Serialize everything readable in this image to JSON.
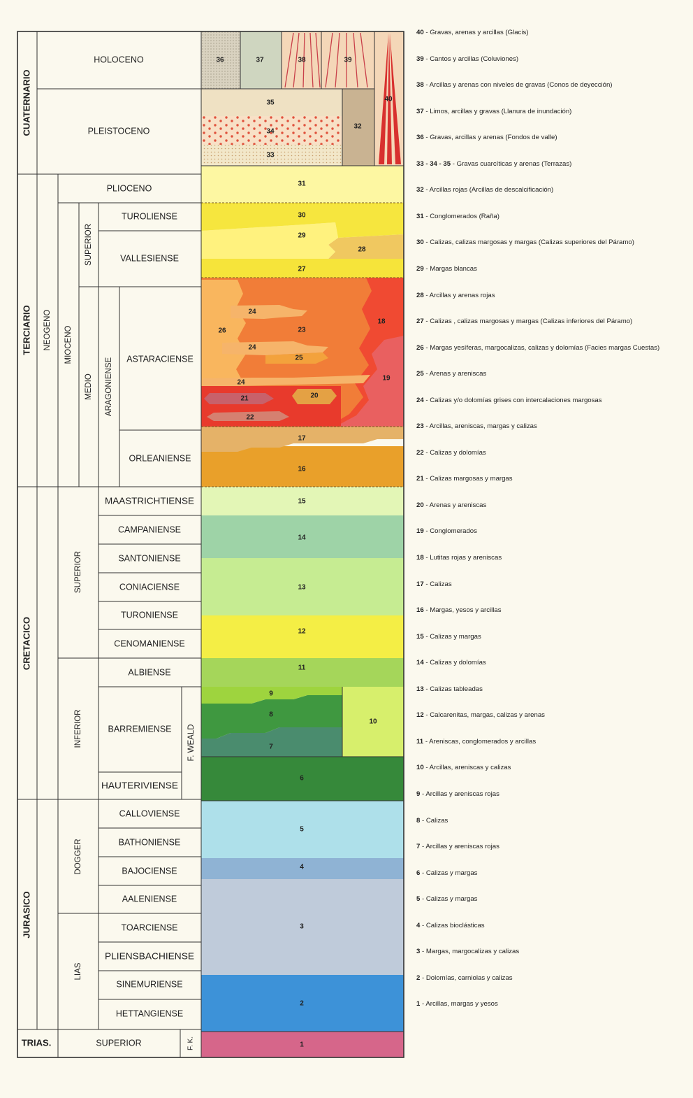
{
  "eras": [
    {
      "id": "cuaternario",
      "label": "CUATERNARIO"
    },
    {
      "id": "terciario",
      "label": "TERCIARIO"
    },
    {
      "id": "cretacico",
      "label": "CRETACICO"
    },
    {
      "id": "jurasico",
      "label": "JURASICO"
    },
    {
      "id": "trias",
      "label": "TRIAS."
    }
  ],
  "periods": [
    {
      "id": "neogeno",
      "label": "NEOGENO"
    }
  ],
  "epochs": [
    {
      "id": "holoceno",
      "label": "HOLOCENO"
    },
    {
      "id": "pleistoceno",
      "label": "PLEISTOCENO"
    },
    {
      "id": "plioceno",
      "label": "PLIOCENO"
    },
    {
      "id": "mioceno",
      "label": "MIOCENO"
    },
    {
      "id": "superior-cret",
      "label": "SUPERIOR"
    },
    {
      "id": "inferior-cret",
      "label": "INFERIOR"
    },
    {
      "id": "dogger",
      "label": "DOGGER"
    },
    {
      "id": "lias",
      "label": "LIAS"
    },
    {
      "id": "superior-trias",
      "label": "SUPERIOR"
    }
  ],
  "subepochs": [
    {
      "id": "superior-mio",
      "label": "SUPERIOR"
    },
    {
      "id": "medio-mio",
      "label": "MEDIO"
    },
    {
      "id": "aragoniense",
      "label": "ARAGONIENSE"
    }
  ],
  "special": [
    {
      "id": "f-weald",
      "label": "F. WEALD"
    },
    {
      "id": "f-k",
      "label": "F. K."
    }
  ],
  "stages": [
    {
      "id": "turoliense",
      "label": "TUROLIENSE"
    },
    {
      "id": "vallesiense",
      "label": "VALLESIENSE"
    },
    {
      "id": "astaraciense",
      "label": "ASTARACIENSE"
    },
    {
      "id": "orleaniense",
      "label": "ORLEANIENSE"
    },
    {
      "id": "maastrichtiense",
      "label": "MAASTRICHTIENSE"
    },
    {
      "id": "campaniense",
      "label": "CAMPANIENSE"
    },
    {
      "id": "santoniense",
      "label": "SANTONIENSE"
    },
    {
      "id": "coniaciense",
      "label": "CONIACIENSE"
    },
    {
      "id": "turoniense",
      "label": "TURONIENSE"
    },
    {
      "id": "cenomaniense",
      "label": "CENOMANIENSE"
    },
    {
      "id": "albiense",
      "label": "ALBIENSE"
    },
    {
      "id": "barremiense",
      "label": "BARREMIENSE"
    },
    {
      "id": "hauteriviense",
      "label": "HAUTERIVIENSE"
    },
    {
      "id": "calloviense",
      "label": "CALLOVIENSE"
    },
    {
      "id": "bathoniense",
      "label": "BATHONIENSE"
    },
    {
      "id": "bajociense",
      "label": "BAJOCIENSE"
    },
    {
      "id": "aaleniense",
      "label": "AALENIENSE"
    },
    {
      "id": "toarciense",
      "label": "TOARCIENSE"
    },
    {
      "id": "pliensbachiense",
      "label": "PLIENSBACHIENSE"
    },
    {
      "id": "sinemuriense",
      "label": "SINEMURIENSE"
    },
    {
      "id": "hettangiense",
      "label": "HETTANGIENSE"
    }
  ],
  "units": [
    {
      "id": "u1",
      "num": "1",
      "color": "#d6668a"
    },
    {
      "id": "u2",
      "num": "2",
      "color": "#3d92d8"
    },
    {
      "id": "u3",
      "num": "3",
      "color": "#bfcbda"
    },
    {
      "id": "u4",
      "num": "4",
      "color": "#8fb3d4"
    },
    {
      "id": "u5",
      "num": "5",
      "color": "#aee0ea"
    },
    {
      "id": "u6",
      "num": "6",
      "color": "#36893a"
    },
    {
      "id": "u7",
      "num": "7",
      "color": "#4a8c6e"
    },
    {
      "id": "u8",
      "num": "8",
      "color": "#3f9840"
    },
    {
      "id": "u9",
      "num": "9",
      "color": "#9ed43e"
    },
    {
      "id": "u10",
      "num": "10",
      "color": "#d7ef6c"
    },
    {
      "id": "u11",
      "num": "11",
      "color": "#a5d65a"
    },
    {
      "id": "u12",
      "num": "12",
      "color": "#f4ee45"
    },
    {
      "id": "u13",
      "num": "13",
      "color": "#c6ec92"
    },
    {
      "id": "u14",
      "num": "14",
      "color": "#9ed3a7"
    },
    {
      "id": "u15",
      "num": "15",
      "color": "#e3f6b6"
    },
    {
      "id": "u16",
      "num": "16",
      "color": "#e9a02a"
    },
    {
      "id": "u17",
      "num": "17",
      "color": "#e5b268"
    },
    {
      "id": "u18",
      "num": "18",
      "color": "#f04a32"
    },
    {
      "id": "u19",
      "num": "19",
      "color": "#e96060"
    },
    {
      "id": "u20",
      "num": "20",
      "color": "#e4a144"
    },
    {
      "id": "u21",
      "num": "21",
      "color": "#c8616a"
    },
    {
      "id": "u22",
      "num": "22",
      "color": "#d58070"
    },
    {
      "id": "u23",
      "num": "23",
      "color": "#f17d38"
    },
    {
      "id": "u24",
      "num": "24",
      "color": "#f6b46a"
    },
    {
      "id": "u25",
      "num": "25",
      "color": "#f3a23c"
    },
    {
      "id": "u26",
      "num": "26",
      "color": "#f9b65e"
    },
    {
      "id": "u27",
      "num": "27",
      "color": "#f6e43a"
    },
    {
      "id": "u28",
      "num": "28",
      "color": "#f0c860"
    },
    {
      "id": "u29",
      "num": "29",
      "color": "#fff27e"
    },
    {
      "id": "u30",
      "num": "30",
      "color": "#f6e63e"
    },
    {
      "id": "u31",
      "num": "31",
      "color": "#fdf7a2"
    },
    {
      "id": "u32",
      "num": "32",
      "color": "#c9b392"
    },
    {
      "id": "u33",
      "num": "33",
      "color": "#f2e7c9"
    },
    {
      "id": "u34",
      "num": "34",
      "color": "#f8e0c6"
    },
    {
      "id": "u35",
      "num": "35",
      "color": "#efe1c3"
    },
    {
      "id": "u36",
      "num": "36",
      "color": "#d9d2c0"
    },
    {
      "id": "u37",
      "num": "37",
      "color": "#cfd6c0"
    },
    {
      "id": "u38",
      "num": "38",
      "color": "#f4d7b8"
    },
    {
      "id": "u39",
      "num": "39",
      "color": "#f4d7b8"
    },
    {
      "id": "u40",
      "num": "40",
      "color": "#f4d7b8"
    }
  ],
  "legend": [
    {
      "num": "40",
      "text": "Gravas, arenas y arcillas (Glacis)"
    },
    {
      "num": "39",
      "text": "Cantos y arcillas (Coluviones)"
    },
    {
      "num": "38",
      "text": "Arcillas y arenas con niveles de gravas (Conos de deyección)"
    },
    {
      "num": "37",
      "text": "Limos, arcillas y gravas (Llanura de inundación)"
    },
    {
      "num": "36",
      "text": "Gravas, arcillas y arenas (Fondos de valle)"
    },
    {
      "num": "33 - 34 - 35",
      "text": "Gravas cuarcíticas y arenas (Terrazas)"
    },
    {
      "num": "32",
      "text": "Arcillas rojas (Arcillas de descalcificación)"
    },
    {
      "num": "31",
      "text": "Conglomerados (Raña)"
    },
    {
      "num": "30",
      "text": "Calizas, calizas margosas y margas (Calizas superiores del Páramo)"
    },
    {
      "num": "29",
      "text": "Margas blancas"
    },
    {
      "num": "28",
      "text": "Arcillas y arenas rojas"
    },
    {
      "num": "27",
      "text": "Calizas , calizas margosas y margas (Calizas inferiores del Páramo)"
    },
    {
      "num": "26",
      "text": "Margas yesíferas, margocalizas, calizas y dolomías (Facies margas Cuestas)"
    },
    {
      "num": "25",
      "text": "Arenas y areniscas"
    },
    {
      "num": "24",
      "text": "Calizas y/o dolomías grises con intercalaciones margosas"
    },
    {
      "num": "23",
      "text": "Arcillas, areniscas, margas y calizas"
    },
    {
      "num": "22",
      "text": "Calizas y dolomías"
    },
    {
      "num": "21",
      "text": "Calizas margosas y margas"
    },
    {
      "num": "20",
      "text": "Arenas y areniscas"
    },
    {
      "num": "19",
      "text": "Conglomerados"
    },
    {
      "num": "18",
      "text": "Lutitas rojas y areniscas"
    },
    {
      "num": "17",
      "text": "Calizas"
    },
    {
      "num": "16",
      "text": "Margas, yesos y arcillas"
    },
    {
      "num": "15",
      "text": "Calizas y margas"
    },
    {
      "num": "14",
      "text": "Calizas y dolomías"
    },
    {
      "num": "13",
      "text": "Calizas tableadas"
    },
    {
      "num": "12",
      "text": "Calcarenitas, margas, calizas y arenas"
    },
    {
      "num": "11",
      "text": "Areniscas, conglomerados y arcillas"
    },
    {
      "num": "10",
      "text": "Arcillas, areniscas y calizas"
    },
    {
      "num": "9",
      "text": "Arcillas y areniscas rojas"
    },
    {
      "num": "8",
      "text": "Calizas"
    },
    {
      "num": "7",
      "text": "Arcillas y areniscas rojas"
    },
    {
      "num": "6",
      "text": "Calizas y margas"
    },
    {
      "num": "5",
      "text": "Calizas y margas"
    },
    {
      "num": "4",
      "text": "Calizas bioclásticas"
    },
    {
      "num": "3",
      "text": "Margas, margocalizas y calizas"
    },
    {
      "num": "2",
      "text": "Dolomías, carniolas y calizas"
    },
    {
      "num": "1",
      "text": "Arcillas, margas y yesos"
    }
  ]
}
